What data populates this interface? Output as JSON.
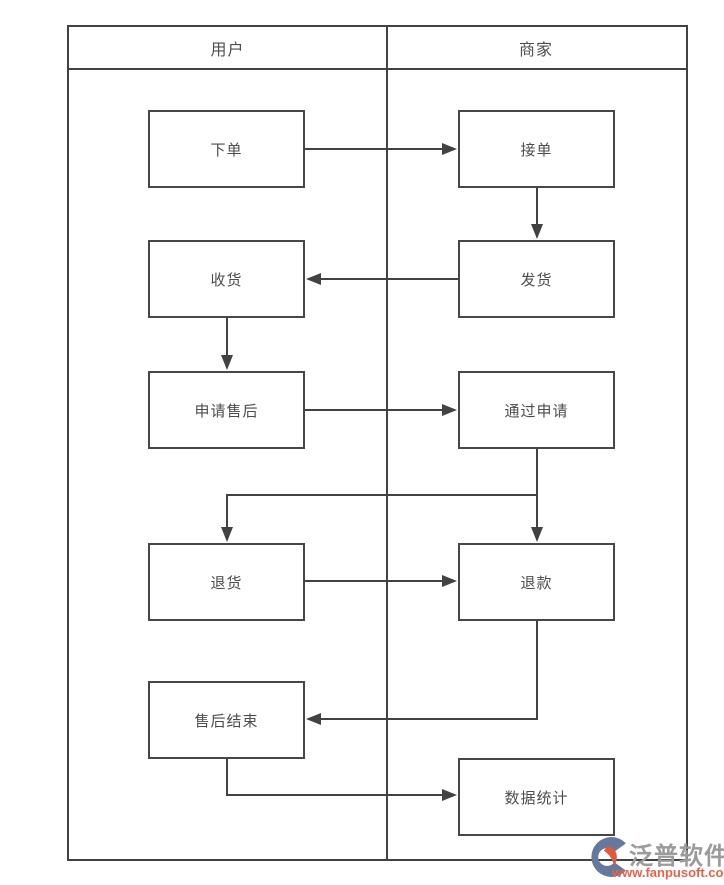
{
  "diagram": {
    "type": "flowchart-swimlane",
    "lanes": [
      {
        "id": "user",
        "label": "用户"
      },
      {
        "id": "merchant",
        "label": "商家"
      }
    ],
    "nodes": [
      {
        "id": "place-order",
        "label": "下单",
        "lane": "用户"
      },
      {
        "id": "accept-order",
        "label": "接单",
        "lane": "商家"
      },
      {
        "id": "receive-goods",
        "label": "收货",
        "lane": "用户"
      },
      {
        "id": "ship-goods",
        "label": "发货",
        "lane": "商家"
      },
      {
        "id": "apply-aftersales",
        "label": "申请售后",
        "lane": "用户"
      },
      {
        "id": "approve-application",
        "label": "通过申请",
        "lane": "商家"
      },
      {
        "id": "return-goods",
        "label": "退货",
        "lane": "用户"
      },
      {
        "id": "refund",
        "label": "退款",
        "lane": "商家"
      },
      {
        "id": "aftersales-end",
        "label": "售后结束",
        "lane": "用户"
      },
      {
        "id": "data-statistics",
        "label": "数据统计",
        "lane": "商家"
      }
    ],
    "edges": [
      {
        "from": "下单",
        "to": "接单"
      },
      {
        "from": "接单",
        "to": "发货"
      },
      {
        "from": "发货",
        "to": "收货"
      },
      {
        "from": "收货",
        "to": "申请售后"
      },
      {
        "from": "申请售后",
        "to": "通过申请"
      },
      {
        "from": "通过申请",
        "to": "退货"
      },
      {
        "from": "通过申请",
        "to": "退款"
      },
      {
        "from": "退货",
        "to": "退款"
      },
      {
        "from": "退款",
        "to": "售后结束"
      },
      {
        "from": "售后结束",
        "to": "数据统计"
      }
    ]
  },
  "watermark": {
    "brand": "泛普软件",
    "url": "www.fanpusoft.com"
  },
  "colors": {
    "line": "#424242",
    "node_border": "#474747",
    "text": "#4d4d4d",
    "watermark_brand": "#9b9b9b",
    "watermark_url": "#e2654a",
    "logo_blue": "#66799c",
    "logo_orange": "#e25a3c"
  }
}
